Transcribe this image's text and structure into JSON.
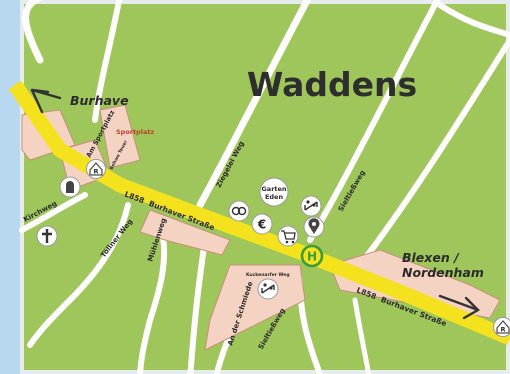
{
  "town": {
    "name": "Waddens"
  },
  "directions": [
    {
      "id": "burhave",
      "lines": [
        "Burhave"
      ]
    },
    {
      "id": "blexen",
      "lines": [
        "Blexen /",
        "Nordenham"
      ]
    }
  ],
  "main_road": {
    "number": "L858",
    "name": "Burhaver Straße"
  },
  "streets": {
    "am_sportplatz": "Am Sportplatz",
    "sportplatz": "Sportplatz",
    "kirchweg": "Kirchweg",
    "toellner": "Töllner Weg",
    "muehlenweg": "Mühlenweg",
    "ziegelei": "Ziegelei Weg",
    "sielstrassweg_1": "Sieltießweg",
    "sielstrassweg_2": "Sieltießweg",
    "an_der_schmiede": "An der Schmiede",
    "small_top": "Bohwe Teuer",
    "small_bottom": "Kuckenarfer Weg"
  },
  "places": {
    "garten": [
      "Garten",
      "Eden"
    ]
  },
  "icons": {
    "recycle": "R",
    "church": "church-cross",
    "bus": "H",
    "euro": "€"
  },
  "colors": {
    "background": "#9fc65b",
    "road": "#f3e21d",
    "built_area": "#f5d3c2",
    "built_outline": "#c98f7a",
    "bus_stop": "#3c9a3a",
    "water": "#b8d8ef"
  }
}
